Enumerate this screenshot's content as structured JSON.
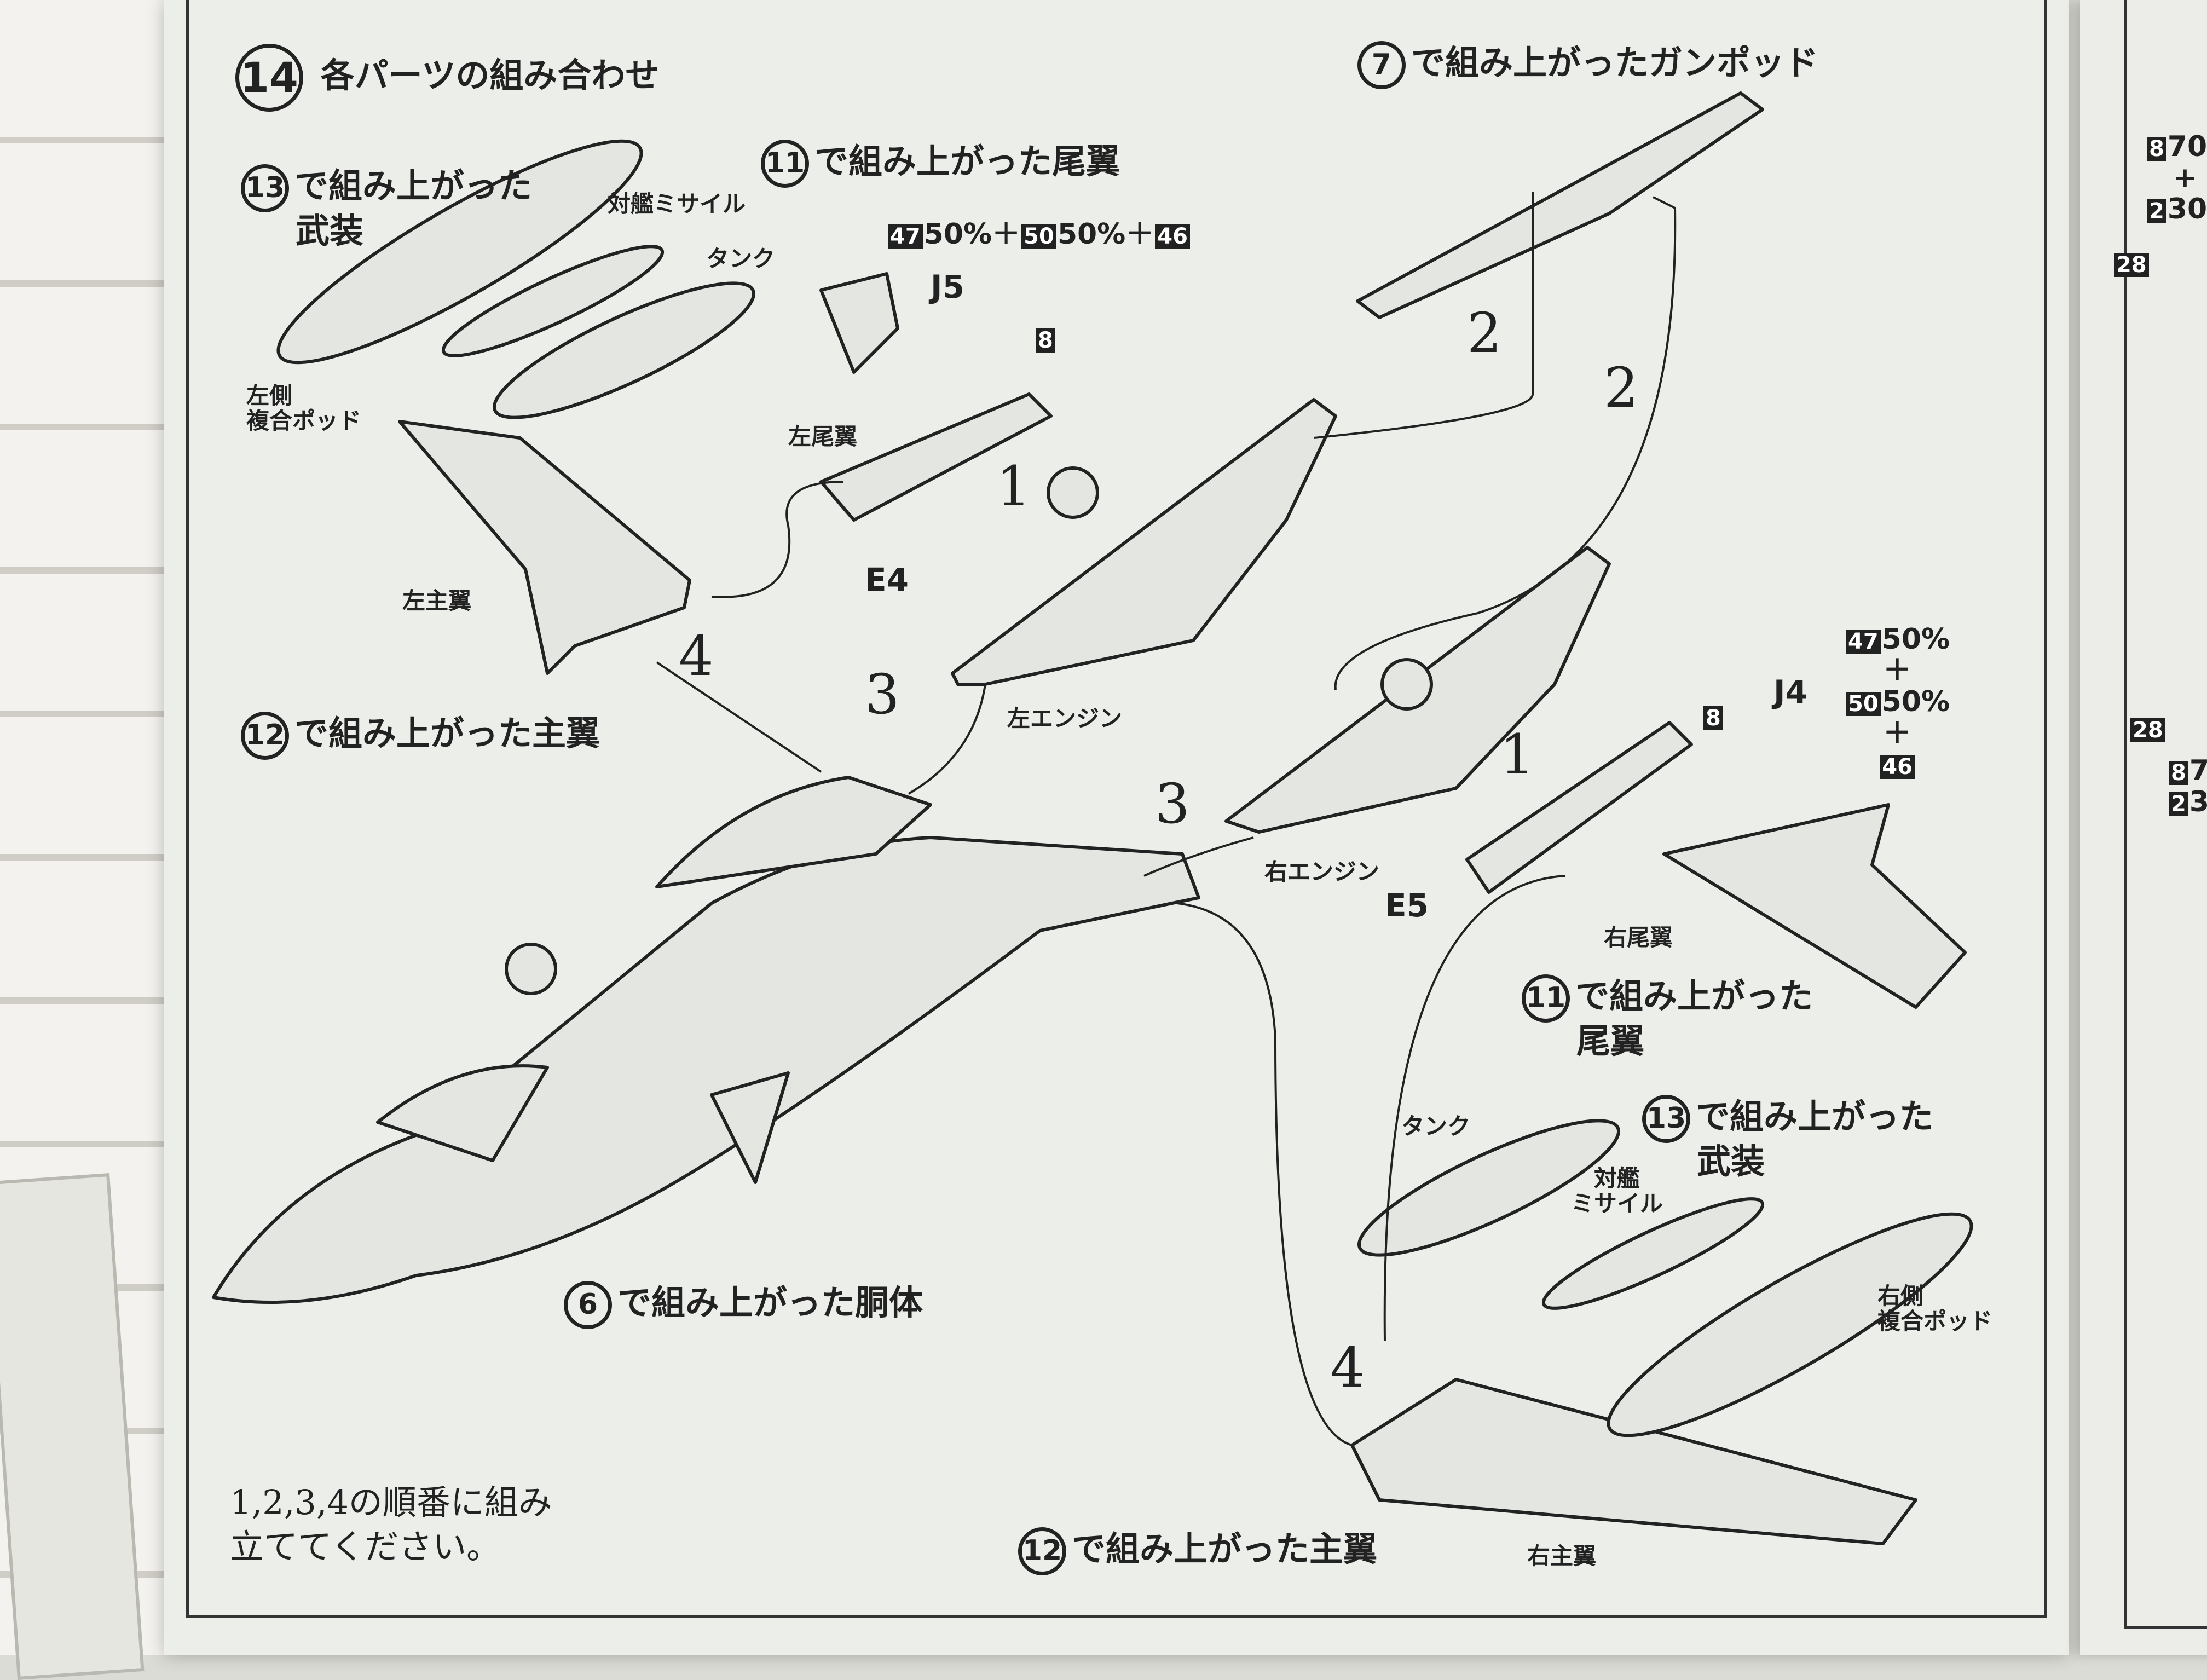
{
  "step": {
    "number": "14",
    "title": "各パーツの組み合わせ"
  },
  "labels": {
    "gun_pod_ref_num": "7",
    "gun_pod": "で組み上がったガンポッド",
    "tail_ref_num": "11",
    "tail": "で組み上がった尾翼",
    "weapons_left_ref_num": "13",
    "weapons_left_1": "で組み上がった",
    "weapons_left_2": "武装",
    "anti_ship_missile_left": "対艦ミサイル",
    "tank_left": "タンク",
    "left_pod_1": "左側",
    "left_pod_2": "複合ポッド",
    "color_mix_left": {
      "a": "47",
      "a_pct": "50%＋",
      "b": "50",
      "b_pct": "50%＋",
      "c": "46"
    },
    "part_j5": "J5",
    "part_8_left": "8",
    "left_tail": "左尾翼",
    "part_e4": "E4",
    "left_main_wing": "左主翼",
    "main_wing_left_ref_num": "12",
    "main_wing_left": "で組み上がった主翼",
    "left_engine": "左エンジン",
    "right_engine": "右エンジン",
    "part_e5": "E5",
    "part_8_right": "8",
    "part_j4": "J4",
    "color_mix_right": {
      "a": "47",
      "a_pct": "50%",
      "plus1": "＋",
      "b": "50",
      "b_pct": "50%",
      "plus2": "＋",
      "c": "46"
    },
    "right_tail": "右尾翼",
    "tail_right_ref_num": "11",
    "tail_right_1": "で組み上がった",
    "tail_right_2": "尾翼",
    "tank_right": "タンク",
    "weapons_right_ref_num": "13",
    "weapons_right_1": "で組み上がった",
    "weapons_right_2": "武装",
    "anti_ship_missile_right_1": "対艦",
    "anti_ship_missile_right_2": "ミサイル",
    "right_pod_1": "右側",
    "right_pod_2": "複合ポッド",
    "fuselage_ref_num": "6",
    "fuselage": "で組み上がった胴体",
    "main_wing_right_ref_num": "12",
    "main_wing_right": "で組み上がった主翼",
    "right_main_wing": "右主翼"
  },
  "sequence_numbers": {
    "n1a": "1",
    "n1b": "1",
    "n2a": "2",
    "n2b": "2",
    "n3a": "3",
    "n3b": "3",
    "n4a": "4",
    "n4b": "4"
  },
  "note": {
    "line1": "1,2,3,4の順番に組み",
    "line2": "立ててください。"
  },
  "next_page": {
    "a1": "8",
    "a2": "70",
    "plus": "+",
    "b1": "2",
    "b2": "30",
    "c": "28",
    "d": "28",
    "e1": "8",
    "e2": "7",
    "f1": "2",
    "f2": "3"
  }
}
